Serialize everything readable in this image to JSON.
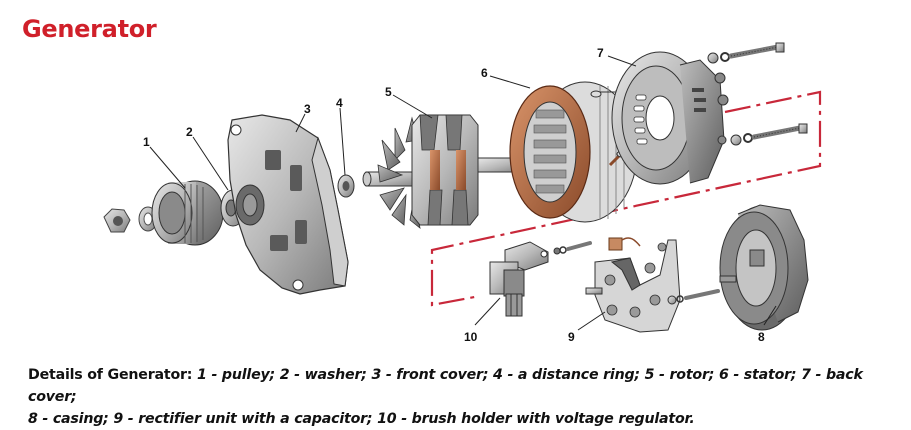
{
  "title": "Generator",
  "title_color": "#d0202a",
  "accent_dash_color": "#c8283a",
  "callouts": [
    "1",
    "2",
    "3",
    "4",
    "5",
    "6",
    "7",
    "8",
    "9",
    "10"
  ],
  "caption": {
    "lead": "Details of Generator:",
    "line1": "1 - pulley; 2 - washer; 3 - front cover; 4 - a distance ring; 5 - rotor; 6 - stator; 7 - back cover;",
    "line2": "8 - casing; 9 - rectifier unit with a capacitor; 10 - brush holder with voltage regulator."
  },
  "parts": [
    {
      "number": "1",
      "name": "pulley"
    },
    {
      "number": "2",
      "name": "washer"
    },
    {
      "number": "3",
      "name": "front cover"
    },
    {
      "number": "4",
      "name": "a distance ring"
    },
    {
      "number": "5",
      "name": "rotor"
    },
    {
      "number": "6",
      "name": "stator"
    },
    {
      "number": "7",
      "name": "back cover"
    },
    {
      "number": "8",
      "name": "casing"
    },
    {
      "number": "9",
      "name": "rectifier unit with a capacitor"
    },
    {
      "number": "10",
      "name": "brush holder with voltage regulator"
    }
  ]
}
